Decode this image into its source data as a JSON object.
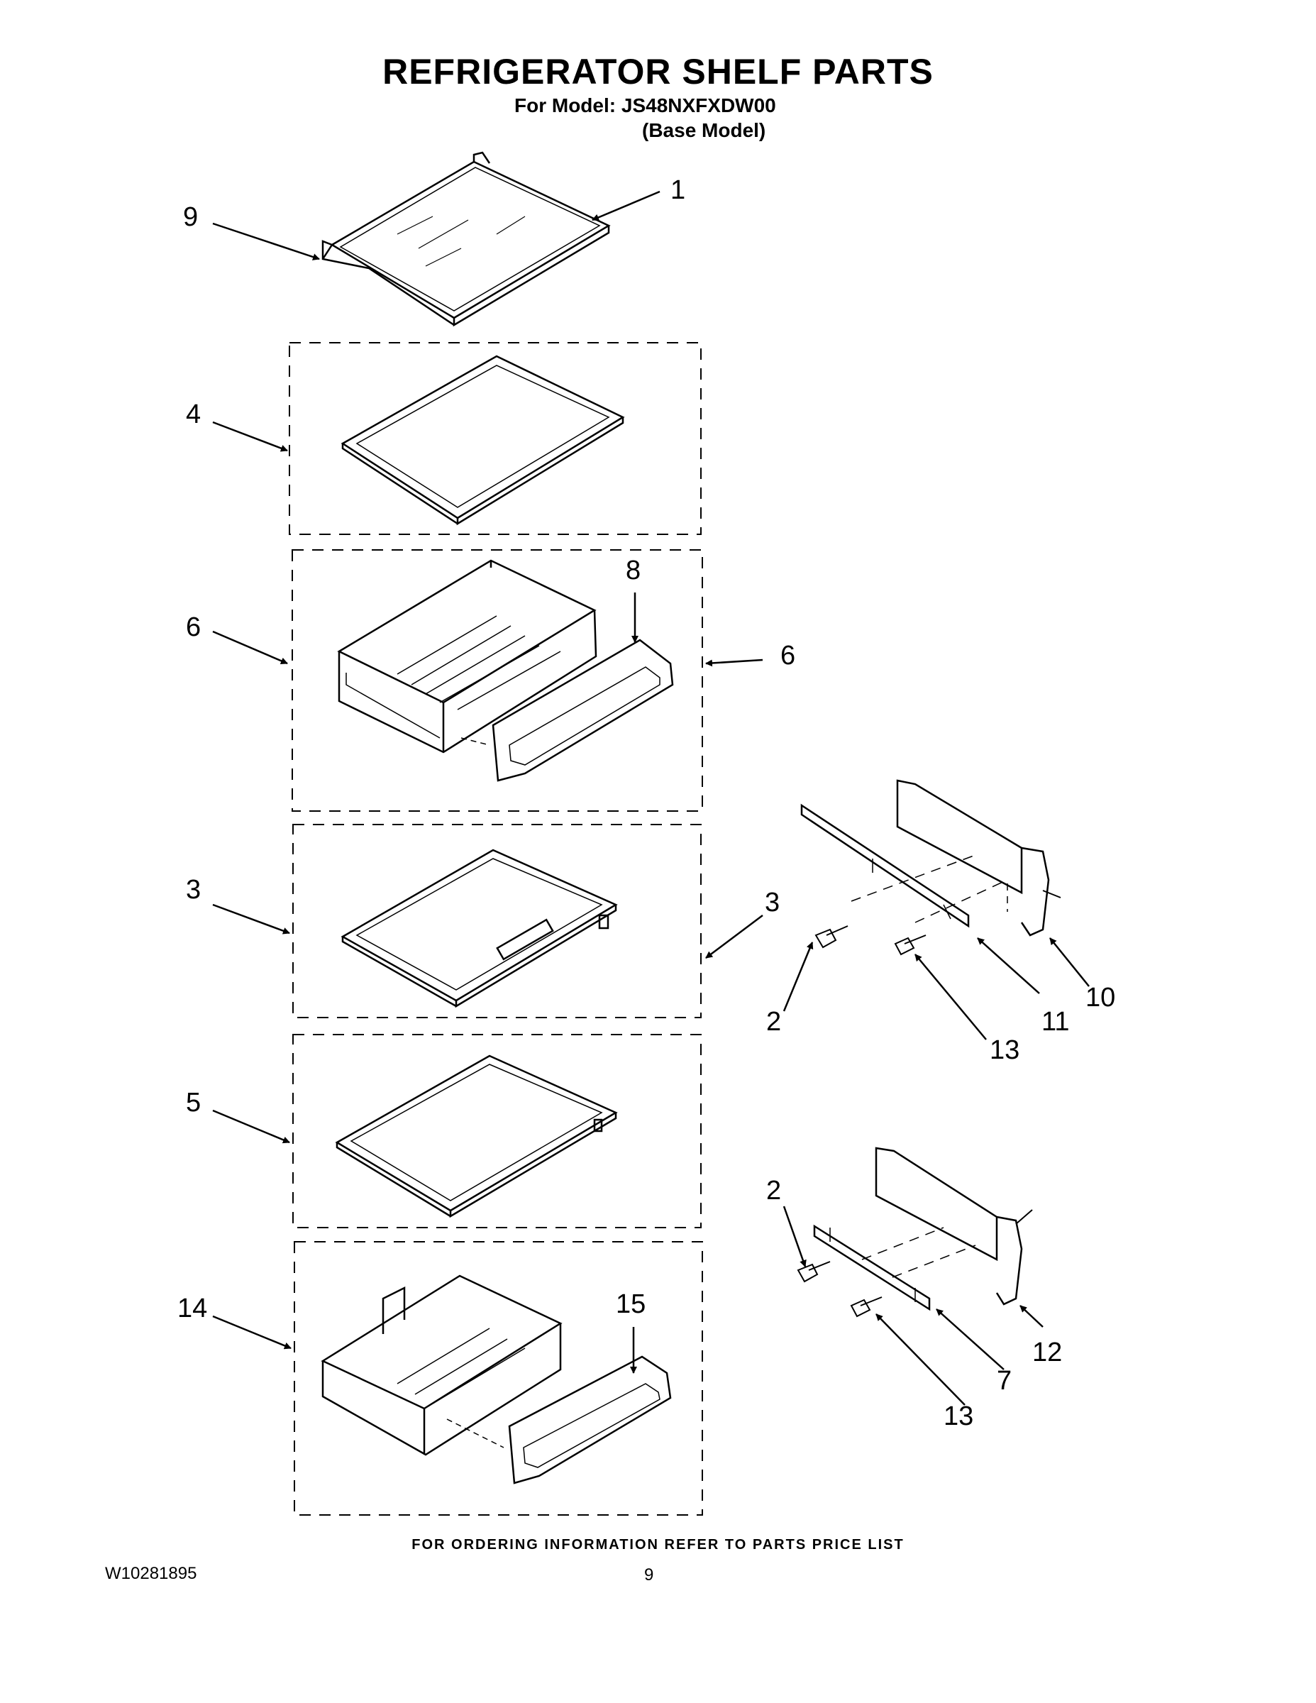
{
  "header": {
    "title": "REFRIGERATOR SHELF PARTS",
    "model_line": "For Model: JS48NXFXDW00",
    "model_note": "(Base Model)"
  },
  "callouts": {
    "c1": "1",
    "c9": "9",
    "c4": "4",
    "c6a": "6",
    "c8": "8",
    "c6b": "6",
    "c3a": "3",
    "c3b": "3",
    "c5": "5",
    "c14": "14",
    "c15": "15",
    "c2a": "2",
    "c13a": "13",
    "c11": "11",
    "c10": "10",
    "c2b": "2",
    "c12": "12",
    "c7": "7",
    "c13b": "13"
  },
  "footer": {
    "ordering_note": "FOR ORDERING INFORMATION REFER TO PARTS PRICE LIST",
    "document_number": "W10281895",
    "page_number": "9"
  }
}
